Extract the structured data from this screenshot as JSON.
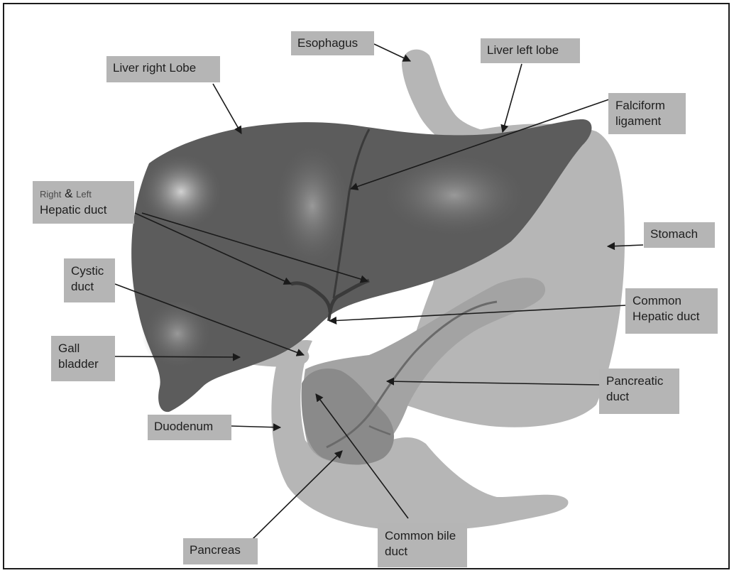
{
  "colors": {
    "label_bg": "#b5b5b5",
    "liver": "#5c5c5c",
    "organs_light": "#b6b6b6",
    "duct": "#3a3a3a",
    "pointer": "#1a1a1a"
  },
  "labels": {
    "esophagus": "Esophagus",
    "liver_left_lobe": "Liver left lobe",
    "liver_right_lobe": "Liver right Lobe",
    "falciform_line1": "Falciform",
    "falciform_line2": "ligament",
    "hepatic_right": "Right",
    "hepatic_amp": "&",
    "hepatic_left": "Left",
    "hepatic_duct": "Hepatic duct",
    "stomach": "Stomach",
    "cystic_line1": "Cystic",
    "cystic_line2": "duct",
    "common_hepatic_line1": "Common",
    "common_hepatic_line2": "Hepatic duct",
    "gall_line1": "Gall",
    "gall_line2": "bladder",
    "pancreatic_line1": "Pancreatic",
    "pancreatic_line2": "duct",
    "duodenum": "Duodenum",
    "pancreas": "Pancreas",
    "common_bile_line1": "Common bile",
    "common_bile_line2": "duct"
  }
}
